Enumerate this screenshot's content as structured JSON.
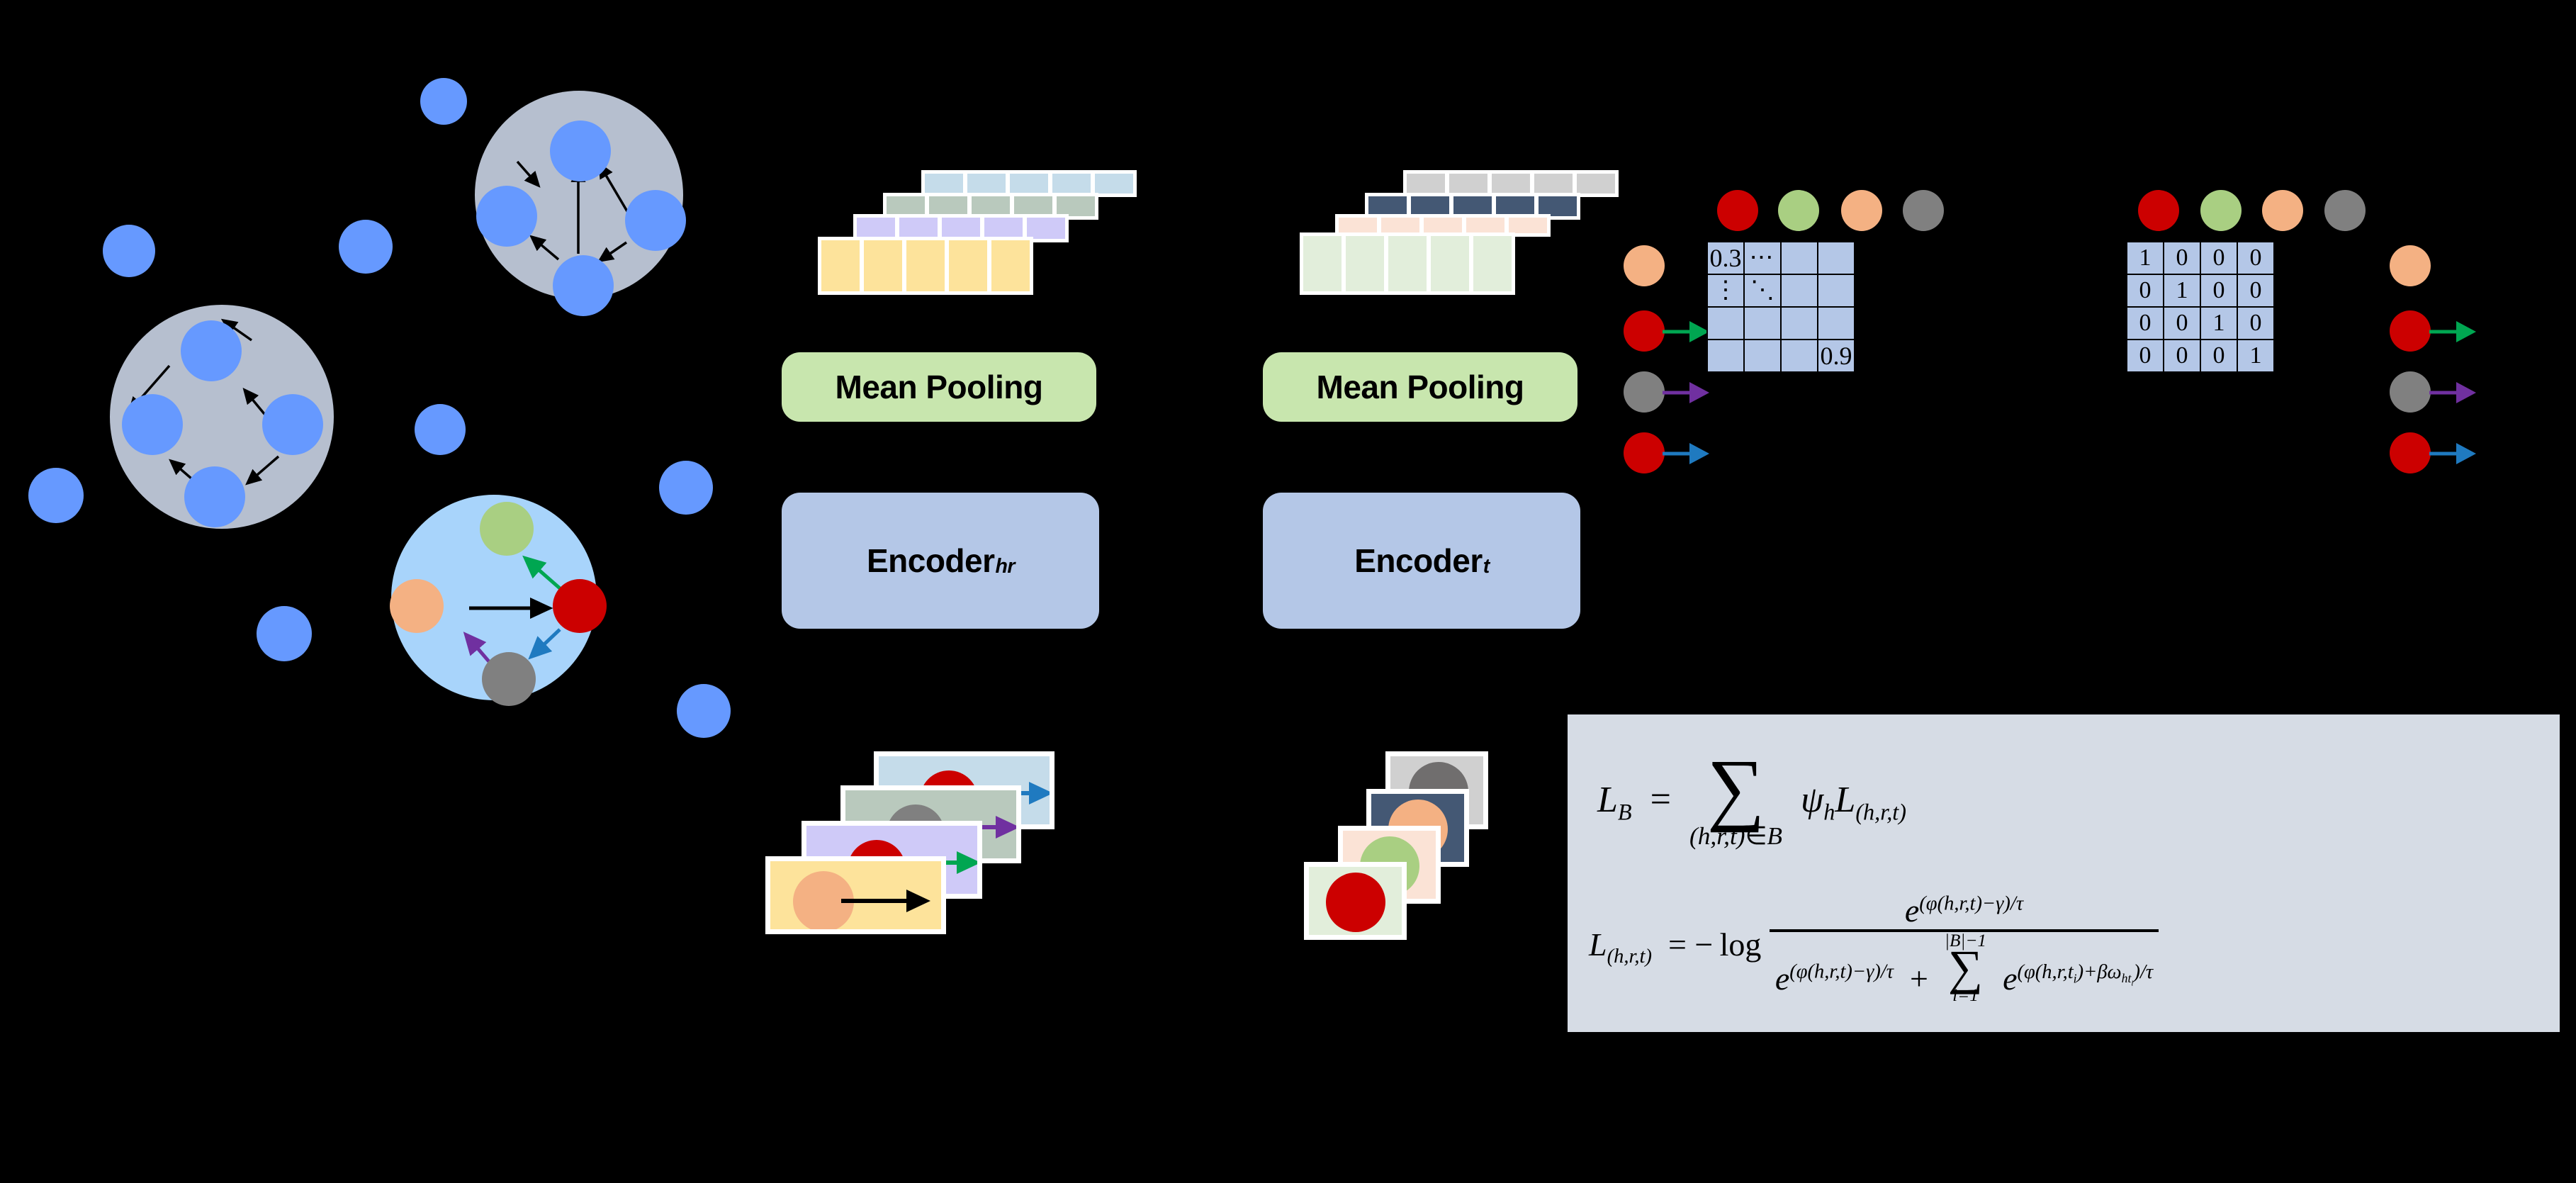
{
  "diagram": {
    "title": "Knowledge graph contrastive learning architecture",
    "background_color": "#000000"
  },
  "palette": {
    "node_blue": "#6699ff",
    "cluster_gray": "#b6bfcf",
    "cluster_light_blue": "#a8d4fb",
    "entity_red": "#cc0000",
    "entity_green": "#a9cf82",
    "entity_orange": "#f4b183",
    "entity_gray": "#808080",
    "arrow_black": "#000000",
    "arrow_green": "#00a651",
    "arrow_purple": "#7030a0",
    "arrow_blue": "#1f7ac0",
    "pool_box": "#c8e6ae",
    "encoder_box": "#b4c7e7",
    "matrix_cell": "#b4c7e7",
    "formula_box": "#d6dce5"
  },
  "graph_panel": {
    "name": "knowledge-graph-sampling",
    "clusters": [
      {
        "id": "cluster-top-right",
        "type": "homogeneous",
        "fill": "#b6bfcf",
        "node_color": "#6699ff",
        "node_count": 4
      },
      {
        "id": "cluster-middle-left",
        "type": "homogeneous",
        "fill": "#b6bfcf",
        "node_color": "#6699ff",
        "node_count": 4
      },
      {
        "id": "cluster-highlighted",
        "type": "typed-entities",
        "fill": "#a8d4fb",
        "entities": [
          {
            "color": "#a9cf82",
            "label": ""
          },
          {
            "color": "#cc0000",
            "label": ""
          },
          {
            "color": "#f4b183",
            "label": ""
          },
          {
            "color": "#808080",
            "label": ""
          }
        ],
        "relations": [
          {
            "color": "#000000",
            "from": "orange",
            "to": "red"
          },
          {
            "color": "#00a651",
            "from": "red",
            "to": "green"
          },
          {
            "color": "#1f7ac0",
            "from": "red",
            "to": "gray"
          },
          {
            "color": "#7030a0",
            "from": "gray",
            "to": "orange"
          }
        ]
      }
    ],
    "scattered_node_count": 11
  },
  "pipeline": {
    "hr_branch": {
      "name": "head-relation-branch",
      "embedding_stack_colors": [
        "#c5dcea",
        "#b9c9bd",
        "#cfcaf8",
        "#fde39b"
      ],
      "embedding_cells_per_row": 5,
      "pooling_label": "Mean Pooling",
      "encoder_label": "Encoder",
      "encoder_subscript": "hr",
      "input_cards": [
        {
          "bg": "#c5dcea",
          "entity_color": "#cc0000",
          "arrow_color": "#1f7ac0"
        },
        {
          "bg": "#b9c9bd",
          "entity_color": "#808080",
          "arrow_color": "#7030a0"
        },
        {
          "bg": "#cfcaf8",
          "entity_color": "#cc0000",
          "arrow_color": "#00a651"
        },
        {
          "bg": "#fde39b",
          "entity_color": "#f4b183",
          "arrow_color": "#000000"
        }
      ]
    },
    "t_branch": {
      "name": "tail-branch",
      "embedding_stack_colors": [
        "#d0d0d0",
        "#445874",
        "#fbe3d6",
        "#e2eedb"
      ],
      "embedding_cells_per_row": 5,
      "pooling_label": "Mean Pooling",
      "encoder_label": "Encoder",
      "encoder_subscript": "t",
      "input_cards": [
        {
          "bg": "#d0d0d0",
          "entity_color": "#706e6e"
        },
        {
          "bg": "#445874",
          "entity_color": "#f4b183"
        },
        {
          "bg": "#fbe3d6",
          "entity_color": "#a9cf82"
        },
        {
          "bg": "#e2eedb",
          "entity_color": "#cc0000"
        }
      ]
    }
  },
  "similarity_matrix": {
    "name": "similarity-score-matrix",
    "column_headers": [
      "#cc0000",
      "#a9cf82",
      "#f4b183",
      "#808080"
    ],
    "row_headers": [
      "#f4b183",
      "#cc0000",
      "#808080",
      "#cc0000"
    ],
    "row_arrow_colors": [
      null,
      "#00a651",
      "#7030a0",
      "#1f7ac0"
    ],
    "cells": [
      [
        "0.3",
        "⋯",
        "",
        ""
      ],
      [
        "⋮",
        "⋱",
        "",
        ""
      ],
      [
        "",
        "",
        "",
        ""
      ],
      [
        "",
        "",
        "",
        "0.9"
      ]
    ]
  },
  "label_matrix": {
    "name": "identity-label-matrix",
    "column_headers": [
      "#cc0000",
      "#a9cf82",
      "#f4b183",
      "#808080"
    ],
    "row_headers": [
      "#f4b183",
      "#cc0000",
      "#808080",
      "#cc0000"
    ],
    "row_arrow_colors": [
      null,
      "#00a651",
      "#7030a0",
      "#1f7ac0"
    ],
    "cells": [
      [
        "1",
        "0",
        "0",
        "0"
      ],
      [
        "0",
        "1",
        "0",
        "0"
      ],
      [
        "0",
        "0",
        "1",
        "0"
      ],
      [
        "0",
        "0",
        "0",
        "1"
      ]
    ]
  },
  "loss_formula": {
    "name": "contrastive-loss-formula",
    "background": "#d6dce5",
    "line1": {
      "lhs": "L_B",
      "operator": "=",
      "sum_subscript": "(h,r,t)∈B",
      "term": "ψ_h L_(h,r,t)"
    },
    "line2": {
      "lhs": "L_(h,r,t)",
      "operator": "= −log",
      "numerator": "e^((ϕ(h,r,t)−γ)/τ)",
      "denominator": "e^((ϕ(h,r,t)−γ)/τ) + Σ_{i=1}^{|B|−1} e^((ϕ(h,r,t_i)+βω_{ht_i})/τ)"
    },
    "plain_text": "L_B = sum over (h,r,t) in B of psi_h * L_(h,r,t);  L_(h,r,t) = -log[ e^((phi(h,r,t)-gamma)/tau) / ( e^((phi(h,r,t)-gamma)/tau) + sum_{i=1}^{|B|-1} e^((phi(h,r,t_i)+beta*omega_{h t_i})/tau) ) ]"
  }
}
